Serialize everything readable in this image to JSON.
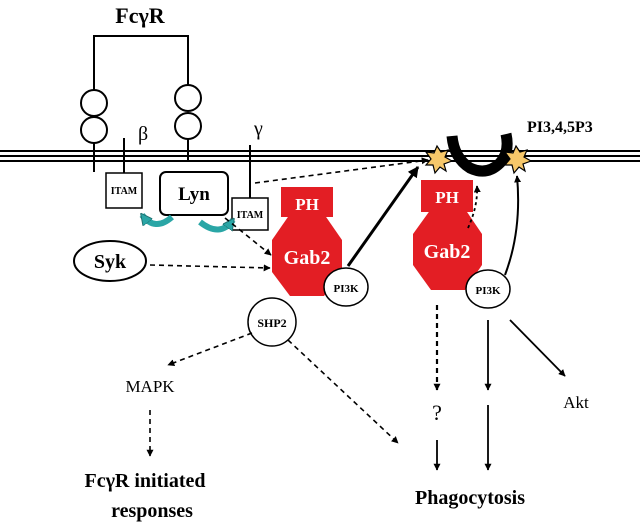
{
  "receptor": {
    "title": "FcγR",
    "beta": "β",
    "gamma": "γ"
  },
  "membrane": {
    "lipid_label": "PI3,4,5P3"
  },
  "kinases": {
    "itam_left": "ITAM",
    "itam_right": "ITAM",
    "lyn": "Lyn",
    "syk": "Syk"
  },
  "gab2_left": {
    "ph": "PH",
    "body": "Gab2",
    "pi3k": "PI3K",
    "shp2": "SHP2"
  },
  "gab2_right": {
    "ph": "PH",
    "body": "Gab2",
    "pi3k": "PI3K"
  },
  "outputs": {
    "mapk": "MAPK",
    "akt": "Akt",
    "unknown": "?",
    "responses_line1": "FcγR initiated",
    "responses_line2": "responses",
    "phagocytosis": "Phagocytosis"
  },
  "colors": {
    "gab2": "#e31e24",
    "teal": "#2aa6a6",
    "lipid": "#f7c86a",
    "ink": "#000000"
  }
}
